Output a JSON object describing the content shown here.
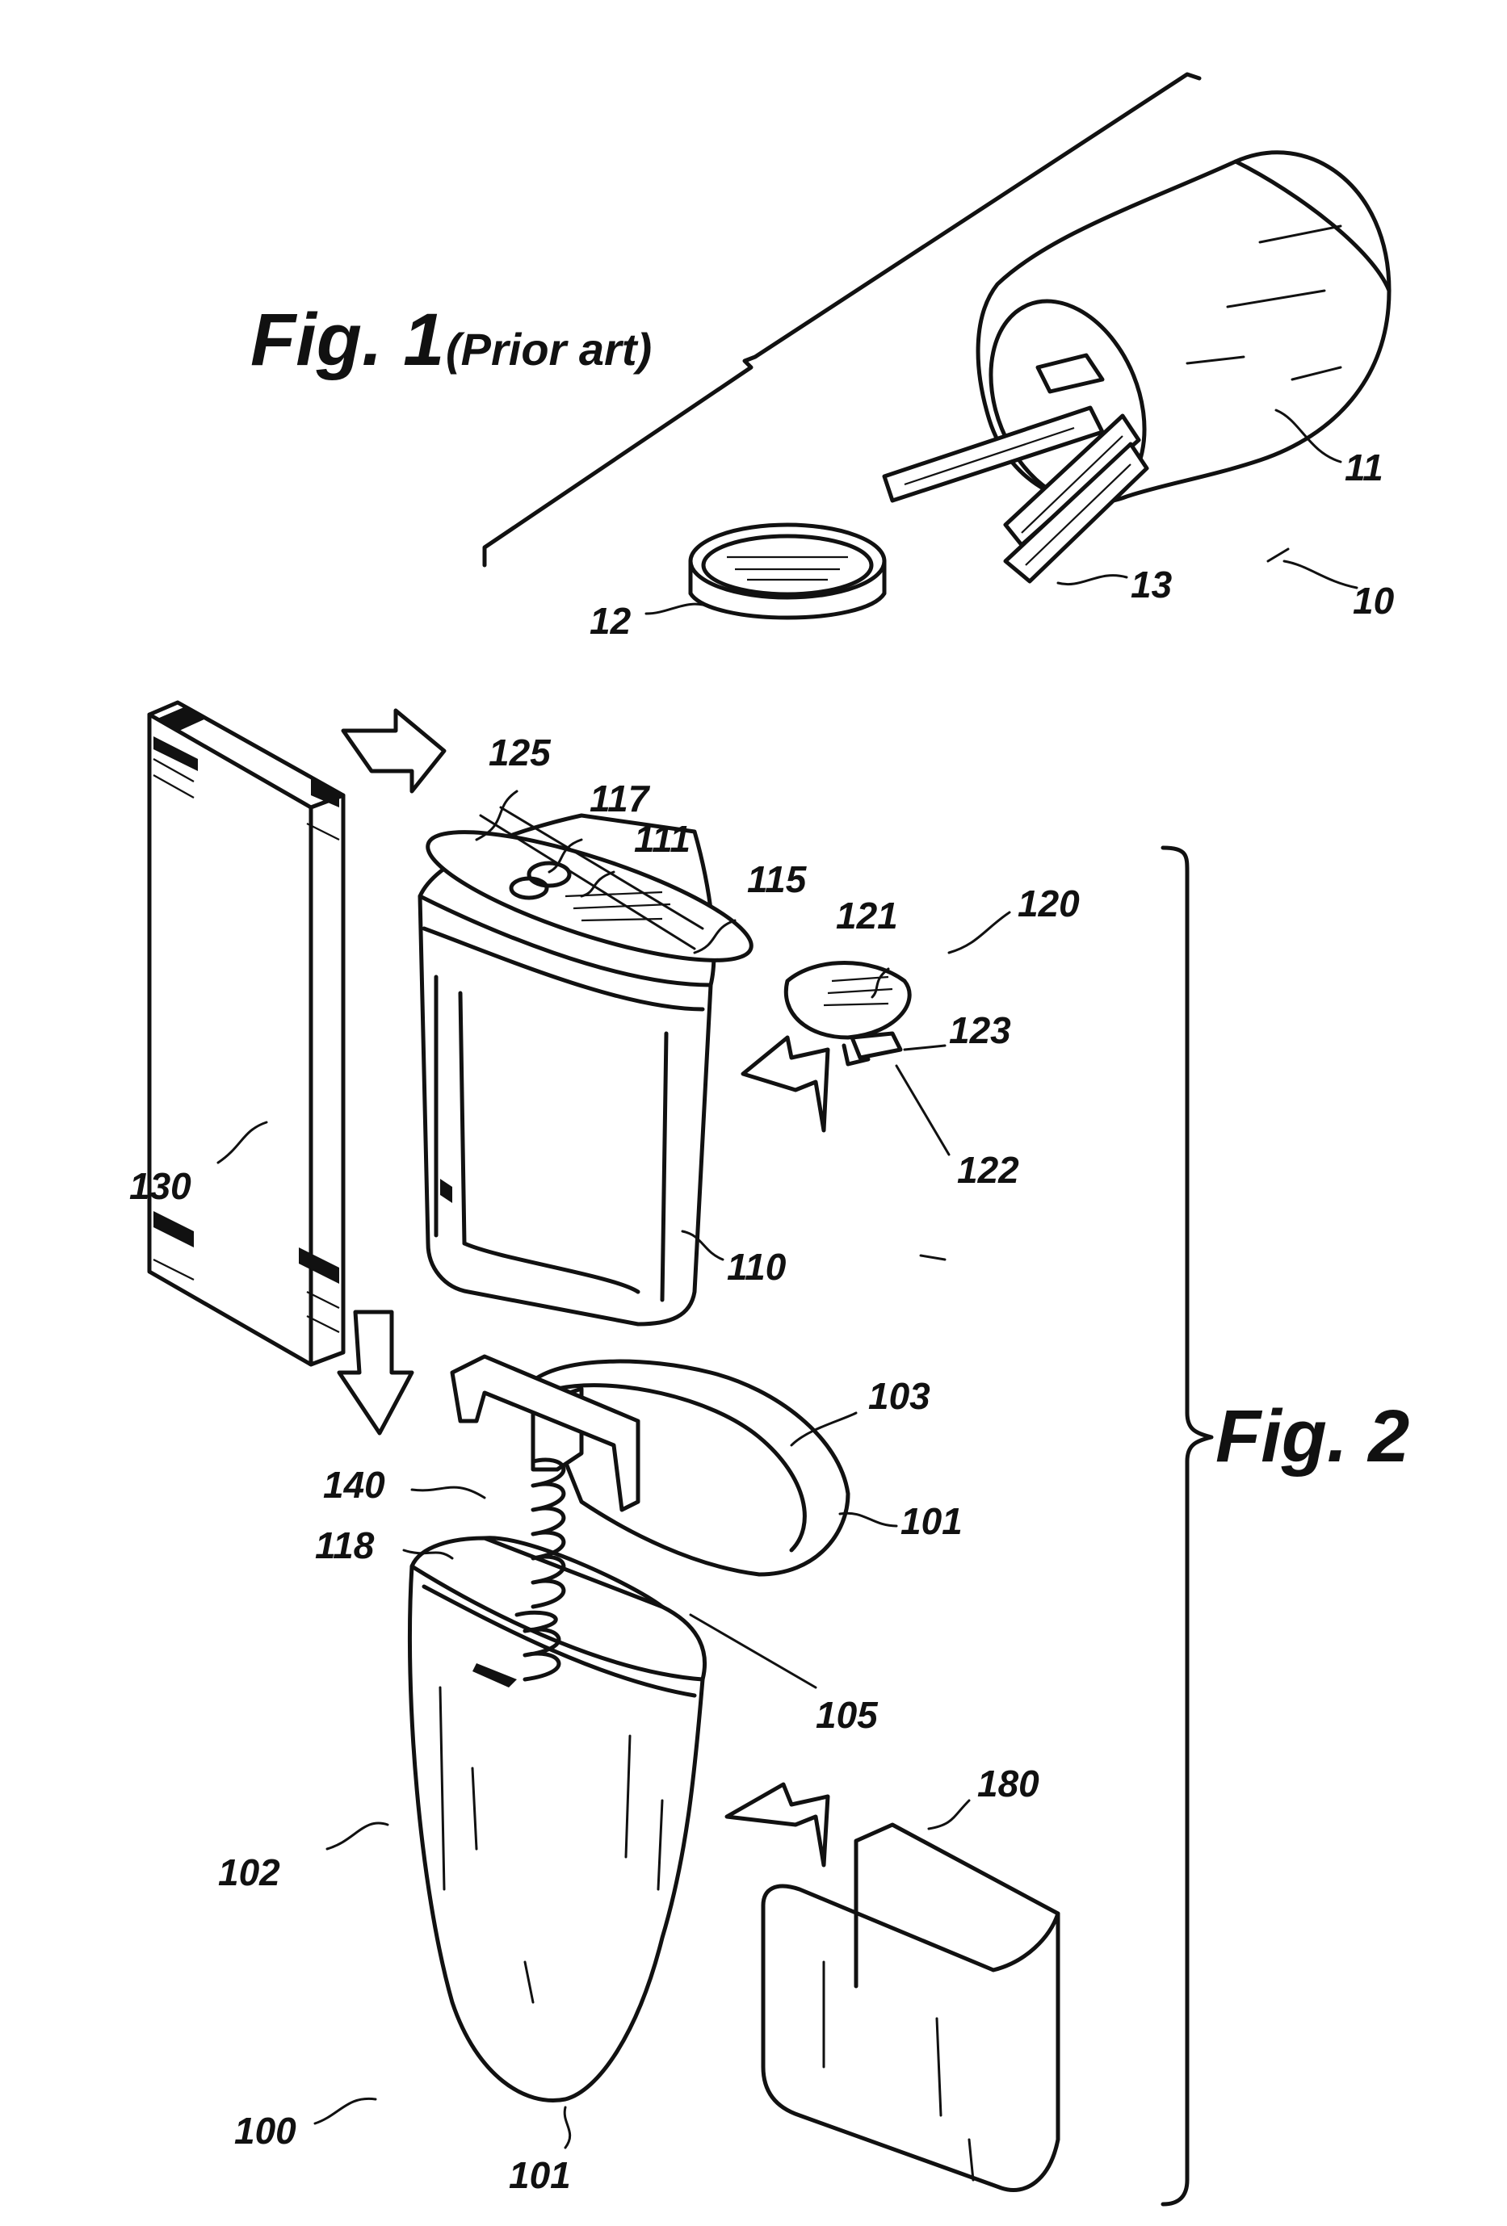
{
  "figure1": {
    "title": "Fig. 1",
    "subtitle": "(Prior art)",
    "labels": {
      "container": "11",
      "lid": "12",
      "strips": "13",
      "assembly": "10"
    }
  },
  "figure2": {
    "title": "Fig. 2",
    "labels": {
      "shell_bottom": "101",
      "shell_lid": "101",
      "dispenser": "100",
      "bottom_half": "102",
      "top_half": "103",
      "hinge": "105",
      "cartridge": "110",
      "slot": "111",
      "opening": "115",
      "button": "117",
      "tab": "118",
      "cap_assembly": "120",
      "cap_top": "121",
      "cap_clip": "122",
      "cap_hook": "123",
      "cartridge_top": "125",
      "refill_pack": "130",
      "spring": "140",
      "sleeve": "180"
    }
  }
}
